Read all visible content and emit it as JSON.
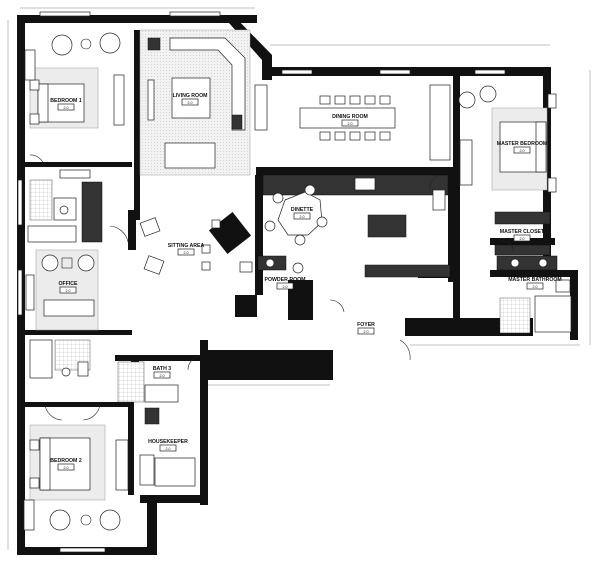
{
  "rooms": {
    "bedroom1": {
      "name": "BEDROOM 1",
      "tag": "2.0"
    },
    "living_room": {
      "name": "LIVING ROOM",
      "tag": "2.0"
    },
    "dining_room": {
      "name": "DINING ROOM",
      "tag": "2.0"
    },
    "master_bedroom": {
      "name": "MASTER BEDROOM",
      "tag": "2.0"
    },
    "dinette": {
      "name": "DINETTE",
      "tag": "2.0"
    },
    "sitting_area": {
      "name": "SITTING AREA",
      "tag": "2.0"
    },
    "master_closet": {
      "name": "MASTER CLOSET",
      "tag": "2.0"
    },
    "master_bathroom": {
      "name": "MASTER BATHROOM",
      "tag": "2.0"
    },
    "powder_room": {
      "name": "POWDER ROOM",
      "tag": "2.0"
    },
    "office": {
      "name": "OFFICE",
      "tag": "2.0"
    },
    "foyer": {
      "name": "FOYER",
      "tag": "2.0"
    },
    "bath3": {
      "name": "BATH 3",
      "tag": "2.0"
    },
    "housekeeper": {
      "name": "HOUSEKEEPER",
      "tag": "2.0"
    },
    "bedroom2": {
      "name": "BEDROOM 2",
      "tag": "2.0"
    }
  },
  "colors": {
    "wall": "#111111",
    "rug": "#ececec",
    "background": "#ffffff"
  }
}
